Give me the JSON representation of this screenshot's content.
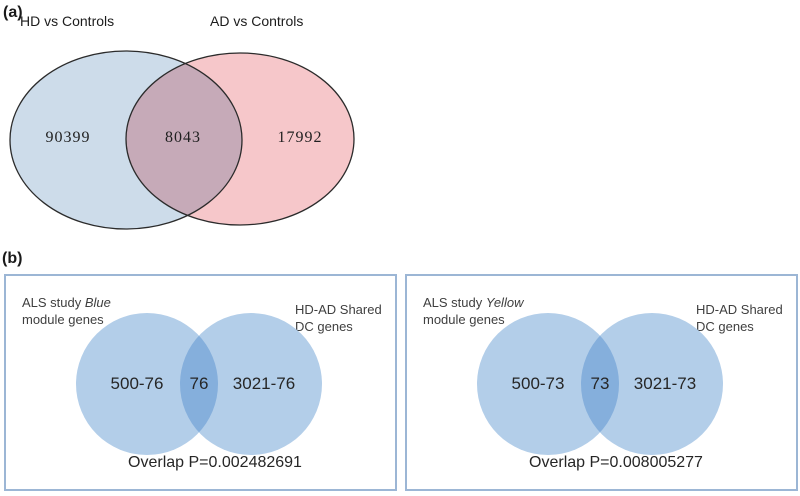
{
  "panel_a": {
    "tag": "(a)",
    "left_label": "HD vs Controls",
    "right_label": "AD vs Controls",
    "left_value": "90399",
    "overlap_value": "8043",
    "right_value": "17992"
  },
  "panel_b": {
    "tag": "(b)",
    "boxes": [
      {
        "left_label_prefix": "ALS study ",
        "left_label_italic": "Blue",
        "left_label_line2": "module genes",
        "right_label_line1": "HD-AD Shared",
        "right_label_line2": "DC genes",
        "left_value": "500-76",
        "overlap_value": "76",
        "right_value": "3021-76",
        "p_text": "Overlap P=0.002482691"
      },
      {
        "left_label_prefix": "ALS study ",
        "left_label_italic": "Yellow",
        "left_label_line2": "module genes",
        "right_label_line1": "HD-AD Shared",
        "right_label_line2": "DC genes",
        "left_value": "500-73",
        "overlap_value": "73",
        "right_value": "3021-73",
        "p_text": "Overlap P=0.008005277"
      }
    ]
  },
  "colors": {
    "a_left_circle_fill": "#cddcea",
    "a_right_circle_fill": "#f6c7ca",
    "a_overlap_fill": "#c6aab8",
    "a_circle_stroke": "#2b2b2b",
    "b_circle_fill": "#b3cee9",
    "b_overlap_fill": "#85afdc",
    "box_border": "#9cb6d5",
    "label_text": "#3f3f3f"
  }
}
